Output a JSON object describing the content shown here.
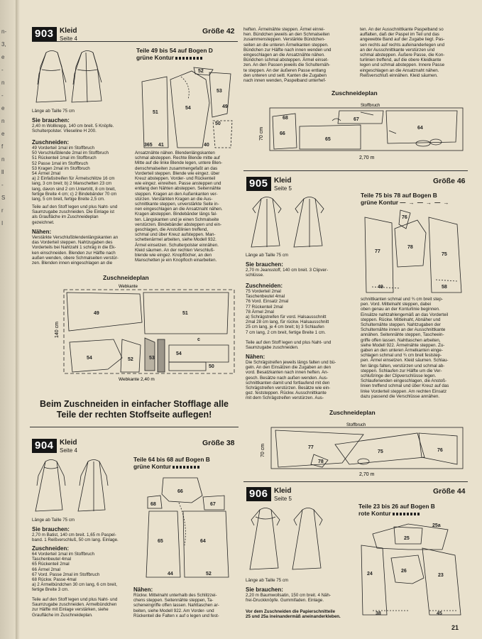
{
  "page_number": "21",
  "edge_chars": [
    "n-",
    "3,",
    "e",
    "-",
    "n",
    "-",
    "e",
    "n",
    "e",
    "f",
    "n",
    "ll",
    "-",
    "S",
    "r",
    "I"
  ],
  "m903": {
    "number": "903",
    "title": "Kleid",
    "issue": "Seite 4",
    "size": "Größe 42",
    "length": "Länge ab Taille 75 cm",
    "need_head": "Sie brauchen:",
    "need_lines": [
      "2,40 m Wollkrepp, 140 cm breit. 5 Knöpfe.",
      "Schulterpolster. Vlieseline H 200."
    ],
    "cut_head": "Zuschneiden:",
    "cut_lines": [
      "49 Vorderteil 1mal im Stoffbruch",
      "50 Verschlußblende 2mal im Stoffbruch",
      "51 Rückenteil 1mal im Stoffbruch",
      "52 Passe 1mal im Stoffbruch",
      "53 Kragen 2mal im Stoffbruch",
      "54 Ärmel 2mal",
      "a) 2 Einfaßstreifen für Ärmelschlitze 16 cm",
      "lang, 3 cm breit; b) 2 Manschetten 23 cm",
      "lang, davon sind 2 cm Untertritt, 8 cm breit,",
      "fertige Breite 4 cm; c) 2 Bindebänder 70 cm",
      "lang, 5 cm breit, fertige Breite 2,5 cm."
    ],
    "layout_note": [
      "Teile auf den Stoff legen und plus Naht- und",
      "Saumzugabe zuschneiden. Die Einlage ist",
      "als Graufläche im Zuschneideplan",
      "gezeichnet."
    ],
    "sew_head": "Nähen:",
    "sew_lines": [
      "Verstärkte Verschlußblendenlängskanten an",
      "das Vorderteil steppen. Nahtzugaben des",
      "Vorderteils bei Nahtzahl 1 schräg in die Ek-",
      "ken einschneiden. Blenden zur Hälfte nach",
      "außen wenden, obere Schmalseiten verstür-",
      "zen. Blenden innen eingeschlagen an die"
    ],
    "pieces_title": [
      "Teile 49 bis 54 auf Bogen D",
      "grüne Kontur"
    ],
    "mid_lines": [
      "Ansatznähte nähen. Blendenlängskanten",
      "schmal absteppen. Rechte Blende mitte auf",
      "Mitte auf die linke Blende legen, untere Blen-",
      "denschmalseiten zusammengefaßt an das",
      "Vorderteil steppen. Blende wie eingez. über",
      "Kreuz absteppen. Vorder- und Rückenteil",
      "wie eingez. einreihen. Passe ansteppen und",
      "entlang den Nähten absteppen. Seitennähte",
      "steppen. Kragen an den Außenkanten ver-",
      "stürzen. Verstärkten Kragen an die Aus-",
      "schnittkante steppen, unverstärkte Seite in-",
      "nen eingeschlagen an die Ansatznaht nähen.",
      "Kragen absteppen. Bindebänder längs fal-",
      "ten. Längskanten und je einen Schmalseite",
      "verstürzen. Bindebänder absteppen und ein-",
      "geschlagen, die Anstoßlinien treffend,",
      "schmal und über Kreuz aufsteppen. Man-",
      "schettenärmel arbeiten, siehe Modell 932.",
      "Ärmel einsetzen. Schulterpolster einnähen.",
      "Kleid säumen. An der rechten Verschluß-",
      "blende wie eingez. Knopflöcher, an den",
      "Manschetten je ein Knopfloch einarbeiten."
    ],
    "plan_title": "Zuschneideplan",
    "plan_fold": "Webkante",
    "plan_width": "Webkante  2,40 m",
    "plan_height": "140 cm",
    "plan_labels": [
      "49",
      "51",
      "53",
      "54",
      "52",
      "50",
      "54",
      "c"
    ]
  },
  "notice": [
    "Beim Zuschneiden in einfacher Stofflage alle",
    "Teile der rechten Stoffseite auflegen!"
  ],
  "m904": {
    "number": "904",
    "title": "Kleid",
    "issue": "Seite 4",
    "size": "Größe 38",
    "length": "Länge ab Taille 75 cm",
    "need_head": "Sie brauchen:",
    "need_lines": [
      "2,70 m Batist, 140 cm breit. 1,65 m Paspel-",
      "band. 1 Reißverschluß, 50 cm lang. Einlage."
    ],
    "cut_head": "Zuschneiden:",
    "cut_lines": [
      "64 Vorderteil 1mal im Stoffbruch",
      "   Taschenbeutel 4mal",
      "65 Rückenteil 2mal",
      "66 Ärmel 2mal",
      "67 Vord. Passe 2mal im Stoffbruch",
      "68 Rückw. Passe 4mal",
      "a) 2 Ärmelbündchen 30 cm lang, 6 cm breit,",
      "fertige Breite 3 cm."
    ],
    "layout_note": [
      "Teile auf den Stoff legen und plus Naht- und",
      "Saumzugabe zuschneiden. Armelbündchen",
      "zur Hälfte mit Einlage verstärken, siehe",
      "Graufläche im Zuschneideplan."
    ],
    "pieces_title": [
      "Teile 64 bis 68 auf Bogen B",
      "grüne Kontur"
    ],
    "sew_head": "Nähen:",
    "sew_lines": [
      "Rückw. Mittelnaht unterhalb des Schlitzzei-",
      "chens steppen. Seitennähte steppen, Ta-",
      "scheneingriffe offen lassen. Nahttaschen ar-",
      "beiten, siehe Modell 922. Am Vorder- und",
      "Rückenteil die Falten x auf o legen und fest-"
    ]
  },
  "col3_top": [
    "heften. Ärmelnähte steppen. Ärmel einrei-",
    "hen. Bündchen jeweils an den Schmalseiten",
    "zusammensteppen. Verstärkte Bündchen-",
    "seiten an die unteren Ärmelkanten steppen.",
    "Bündchen zur Hälfte nach innen wenden und",
    "eingeschlagen an die Ansatznähte nähen.",
    "Bündchen schmal absteppen. Ärmel einset-",
    "zen. An den Passen jeweils die Schulternäh-",
    "te steppen. An der äußeren Passe entlang",
    "den unteren und seitl. Kanten die Zugaben",
    "nach innen wenden, Paspelband unterhef-"
  ],
  "col4_top": [
    "ten. An der Ausschnittkante Paspelband so",
    "auffalten, daß der Paspel im Teil und das",
    "angewebte Band auf der Zugabe liegt. Pas-",
    "sen rechts auf rechts aufeinanderlegen und",
    "an der Ausschnittkante verstürzen und",
    "schmal absteppen. Äußere Passe, die Kon-",
    "turlinien treffend, auf die obere Kleidkante",
    "legen und schmal absteppen. Innere Passe",
    "eingeschlagen an die Ansatznaht nähen.",
    "Reißverschluß einnähen. Kleid säumen."
  ],
  "plan904": {
    "title": "Zuschneideplan",
    "fold": "Stoffbruch",
    "width": "2,70 m",
    "height": "70 cm",
    "labels": [
      "67",
      "66",
      "65",
      "64",
      "68"
    ]
  },
  "m905": {
    "number": "905",
    "title": "Kleid",
    "issue": "Seite 5",
    "size": "Größe 46",
    "length": "Länge ab Taille 75 cm",
    "need_head": "Sie brauchen:",
    "need_lines": [
      "2,70 m Jeansstoff, 140 cm breit. 3 Clipver-",
      "schlüsse."
    ],
    "cut_head": "Zuschneiden:",
    "cut_lines": [
      "75 Vorderteil 2mal",
      "   Taschenbeutel 4mal",
      "76 Vord. Einsatz 2mal",
      "77 Rückenteil 2mal",
      "78 Ärmel 2mal",
      "a) Schrägstreifen für vord. Halsausschnitt",
      "2mal 28 cm lang, für rückw. Halsausschnitt",
      "25 cm lang, je 4 cm breit; b) 3 Schlaufen",
      "7 cm lang, 2 cm breit, fertige Breite 1 cm."
    ],
    "layout_note": [
      "Teile auf den Stoff legen und plus Naht- und",
      "Saumzugabe zuschneiden."
    ],
    "sew_head": "Nähen:",
    "sew_lines": [
      "Die Schrägstreifen jeweils längs falten und bü-",
      "geln. An den Einsätzen die Zugaben an den",
      "vord. Besatzkanten nach innen heften. An-",
      "gesch. Besätze nach außen wenden. Aus-",
      "schnittkanten damit und fortlaufend mit den",
      "Schrägstreifen verstürzen. Besätze wie ein-",
      "gez. feststeppen. Rückw. Ausschnittkante",
      "mit dem Schrägstreifen verstürzen. Aus-"
    ],
    "pieces_title": [
      "Teile 75 bis 78 auf Bogen B",
      "grüne Kontur"
    ],
    "right_lines": [
      "schnittkanten schmal und ¾ cm breit step-",
      "pen. Vord. Mittelnaht steppen, dabei",
      "oben genau an der Konturlinie beginnen.",
      "Einsätze nahtzahlengemäß an das Vorderteil",
      "steppen. Rückw. Mittelnaht, Abnäher und",
      "Schulternähte steppen. Nahtzugaben der",
      "Schulternähte innen an der Ausschnittkante",
      "annähen. Seitennähte steppen, Tascheein-",
      "griffe offen lassen. Nahttaschen arbeiten,",
      "siehe Modell 922. Ärmelnähte steppen. Zu-",
      "gaben an den unteren Ärmelkanten einge-",
      "schlagen schmal und ¾ cm breit feststep-",
      "pen. Ärmel einsetzen. Kleid säumen. Schlau-",
      "fen längs falten, verstürzen und schmal ab-",
      "steppen. Schlaufen zur Hälfte um die Ver-",
      "schlußringe der Clipverschlüsse legen.",
      "Schlaufenenden eingeschlagen, die Anstoß-",
      "linien treffend schmal und über Kreuz auf das",
      "linke Vorderteil steppen. Am rechten Einsatz",
      "dazu passend die Verschlüsse annähen."
    ],
    "plan_title": "Zuschneideplan",
    "plan_fold": "Stoffbruch",
    "plan_width": "2,70 m",
    "plan_height": "70 cm",
    "plan_labels": [
      "77",
      "75",
      "76",
      "78"
    ]
  },
  "m906": {
    "number": "906",
    "title": "Kleid",
    "issue": "Seite 5",
    "size": "Größe 44",
    "length": "Länge ab Taille 75 cm",
    "need_head": "Sie brauchen:",
    "need_lines": [
      "2,20 m Baumwollsatin, 150 cm breit. 4 Näh-",
      "frei-Druckknöpfe. Gummifaden. Einlage."
    ],
    "note_lines": [
      "Vor dem Zuschneiden die Papierschnitteile",
      "25 und 25a ineinandermäß aneinanderkleben."
    ],
    "pieces_title": [
      "Teile 23 bis 26 auf Bogen B",
      "rote Kontur"
    ]
  },
  "diagrams": {
    "d903": [
      "52",
      "53",
      "50",
      "54",
      "51",
      "49",
      "40",
      "41",
      "365"
    ],
    "d904": [
      "66",
      "68",
      "67",
      "65",
      "64",
      "44",
      "52"
    ],
    "d905": [
      "76",
      "77",
      "78",
      "75",
      "49",
      "58"
    ],
    "d906": [
      "25a",
      "25",
      "24",
      "26",
      "23",
      "38",
      "45"
    ]
  }
}
